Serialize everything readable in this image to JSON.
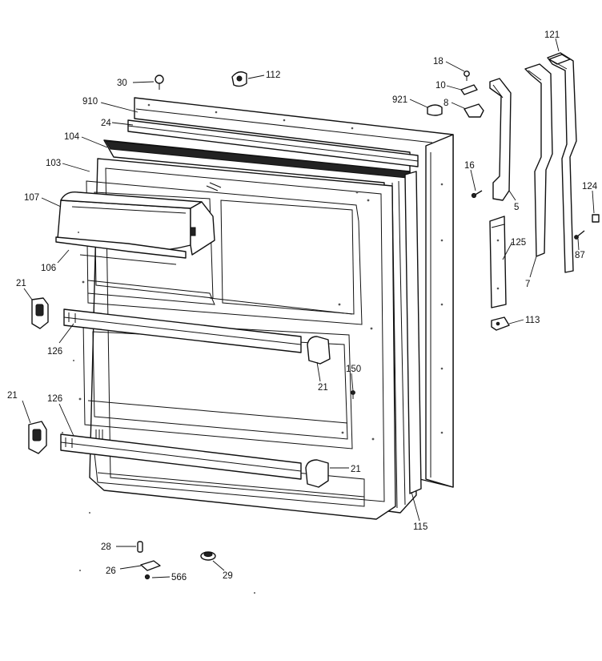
{
  "colors": {
    "ink": "#111111",
    "paper": "#ffffff"
  },
  "labels": {
    "l5": "5",
    "l7": "7",
    "l8": "8",
    "l10": "10",
    "l16": "16",
    "l18": "18",
    "l21a": "21",
    "l21b": "21",
    "l21c": "21",
    "l21d": "21",
    "l24": "24",
    "l26": "26",
    "l28": "28",
    "l29": "29",
    "l30": "30",
    "l87": "87",
    "l103": "103",
    "l104": "104",
    "l106": "106",
    "l107": "107",
    "l112": "112",
    "l113": "113",
    "l115": "115",
    "l121": "121",
    "l124": "124",
    "l125": "125",
    "l126a": "126",
    "l126b": "126",
    "l150": "150",
    "l566": "566",
    "l910": "910",
    "l921": "921"
  }
}
